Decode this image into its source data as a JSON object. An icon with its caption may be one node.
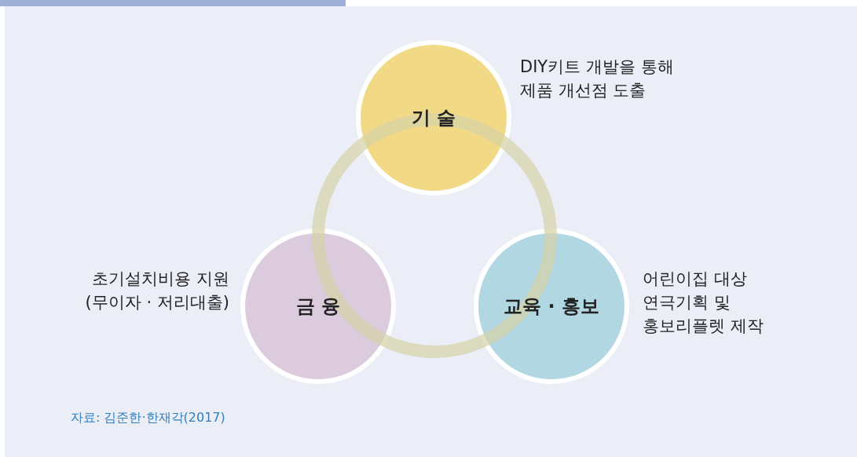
{
  "diagram": {
    "caption": "자료:  김준한·한재각(2017)",
    "nodes": [
      {
        "text": [
          "기 술"
        ],
        "beside": [
          "DIY키트 개발을 통해 제품 개선점 도출"
        ]
      },
      {
        "text": [
          "금 융"
        ],
        "beside": [
          "초기설치비용 지원 (무이자 · 저리대출)"
        ]
      },
      {
        "text": [
          "교육 · 홍보"
        ],
        "beside": [
          "어린이집 대상 연극기획 및 홍보리플렛 제작"
        ]
      },
      {
        "text": [],
        "shape": "circle"
      }
    ],
    "edges": []
  }
}
